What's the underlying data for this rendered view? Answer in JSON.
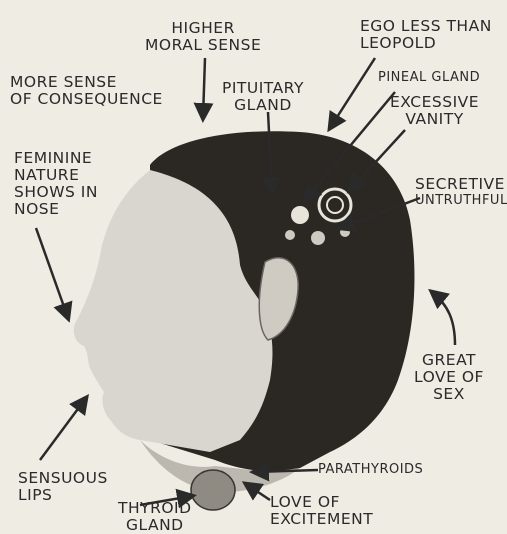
{
  "labels": {
    "higher_moral_sense": [
      "HIGHER",
      "MORAL SENSE"
    ],
    "ego_less_than_leopold": [
      "EGO LESS THAN",
      "LEOPOLD"
    ],
    "more_sense_of_consequence": [
      "MORE SENSE",
      "OF CONSEQUENCE"
    ],
    "pituitary_gland": [
      "PITUITARY",
      "GLAND"
    ],
    "pineal_gland": [
      "PINEAL GLAND"
    ],
    "excessive_vanity": [
      "EXCESSIVE",
      "VANITY"
    ],
    "feminine_nature": [
      "FEMININE",
      "NATURE",
      "SHOWS IN",
      "NOSE"
    ],
    "secretive_untruthful": [
      "SECRETIVE",
      "UNTRUTHFUL"
    ],
    "great_love_of_sex": [
      "GREAT",
      "LOVE OF",
      "SEX"
    ],
    "sensuous_lips": [
      "SENSUOUS",
      "LIPS"
    ],
    "parathyroids": [
      "PARATHYROIDS"
    ],
    "thyroid_gland": [
      "THYROID",
      "GLAND"
    ],
    "love_of_excitement": [
      "LOVE OF",
      "EXCITEMENT"
    ]
  },
  "colors": {
    "paper": "#efece4",
    "ink": "#2a2a2a",
    "hair": "#2b2723",
    "skin": "#d9d6cf"
  }
}
